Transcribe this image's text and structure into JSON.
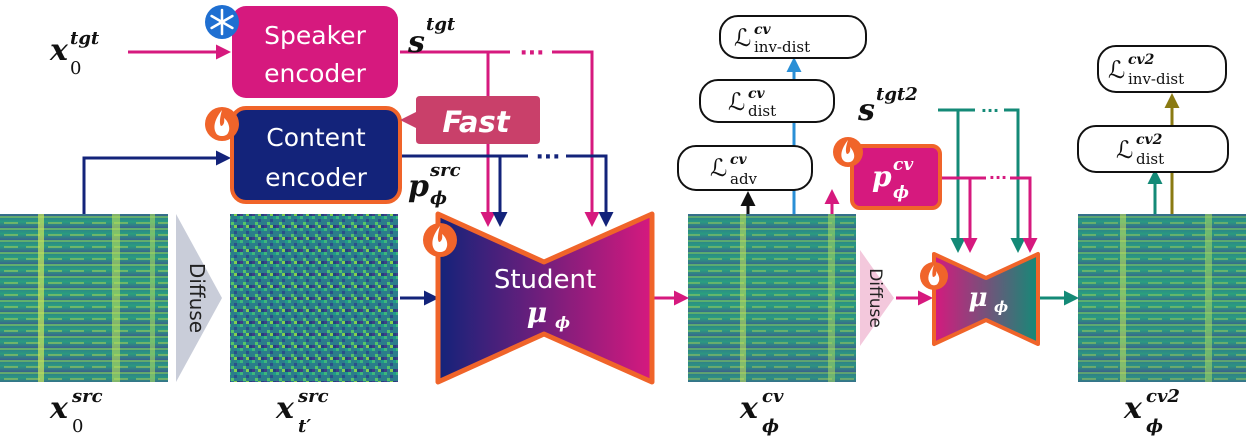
{
  "blocks": {
    "speaker_line1": "Speaker",
    "speaker_line2": "encoder",
    "content_line1": "Content",
    "content_line2": "encoder",
    "fast_badge": "Fast",
    "student_line1": "Student",
    "student_sym": "μ",
    "student_sub": "ϕ",
    "mu2_sym": "μ",
    "mu2_sub": "ϕ",
    "diffuse1": "Diffuse",
    "diffuse2": "Diffuse",
    "ellipsis": "···"
  },
  "symbols": {
    "x0tgt": {
      "base": "x",
      "sub": "0",
      "sup": "tgt"
    },
    "stgt": {
      "base": "s",
      "sup": "tgt"
    },
    "stgt2": {
      "base": "s",
      "sup": "tgt2"
    },
    "psrc": {
      "base": "p",
      "sub": "ϕ",
      "sup": "src"
    },
    "pcv": {
      "base": "p",
      "sub": "ϕ",
      "sup": "cv"
    },
    "x0src": {
      "base": "x",
      "sub": "0",
      "sup": "src"
    },
    "xtsrc": {
      "base": "x",
      "sub": "t′",
      "sup": "src"
    },
    "xcv": {
      "base": "x",
      "sub": "ϕ",
      "sup": "cv"
    },
    "xcv2": {
      "base": "x",
      "sub": "ϕ",
      "sup": "cv2"
    }
  },
  "losses": {
    "inv_dist": {
      "base": "ℒ",
      "sub": "inv-dist",
      "sup": "cv"
    },
    "dist": {
      "base": "ℒ",
      "sub": "dist",
      "sup": "cv"
    },
    "adv": {
      "base": "ℒ",
      "sub": "adv",
      "sup": "cv"
    },
    "inv_dist2": {
      "base": "ℒ",
      "sub": "inv-dist",
      "sup": "cv2"
    },
    "dist2": {
      "base": "ℒ",
      "sub": "dist",
      "sup": "cv2"
    }
  },
  "colors": {
    "magenta": "#d6197e",
    "navy": "#13237a",
    "teal": "#148a77",
    "blue": "#2a8fd6",
    "olive": "#8a7a12",
    "orange": "#f0642a",
    "fast_bg": "#c9406a"
  },
  "icons": {
    "frozen": "snowflake-icon",
    "trainable": "flame-icon"
  }
}
